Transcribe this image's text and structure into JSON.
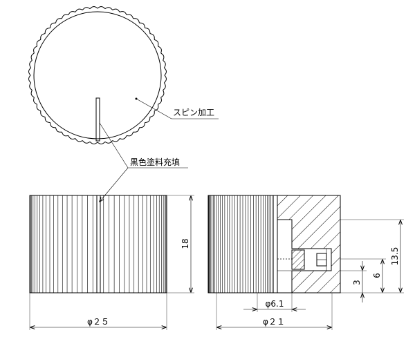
{
  "labels": {
    "spin_finish": "スピン加工",
    "black_paint_fill": "黒色塗料充填"
  },
  "dimensions": {
    "outer_diameter": "φ２５",
    "body_diameter": "φ２１",
    "bore_diameter": "φ6.1",
    "height": "18",
    "shaft_depth": "13.5",
    "bore_depth": "6",
    "step_height": "3"
  }
}
